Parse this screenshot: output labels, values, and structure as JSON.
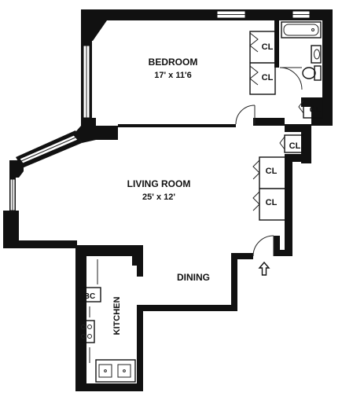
{
  "rooms": {
    "bedroom": {
      "name": "BEDROOM",
      "dims": "17' x 11'6"
    },
    "living": {
      "name": "LIVING ROOM",
      "dims": "25' x 12'"
    },
    "dining": {
      "name": "DINING"
    },
    "kitchen": {
      "name": "KITCHEN"
    }
  },
  "closets": {
    "bed_1": "CL",
    "bed_2": "CL",
    "hall_1": "CL",
    "hall_2": "CL",
    "living_1": "CL",
    "living_2": "CL"
  },
  "kitchen_bc": "BC",
  "colors": {
    "wall": "#111111",
    "background": "#ffffff"
  },
  "icons": {
    "entry": "up-arrow-icon"
  }
}
